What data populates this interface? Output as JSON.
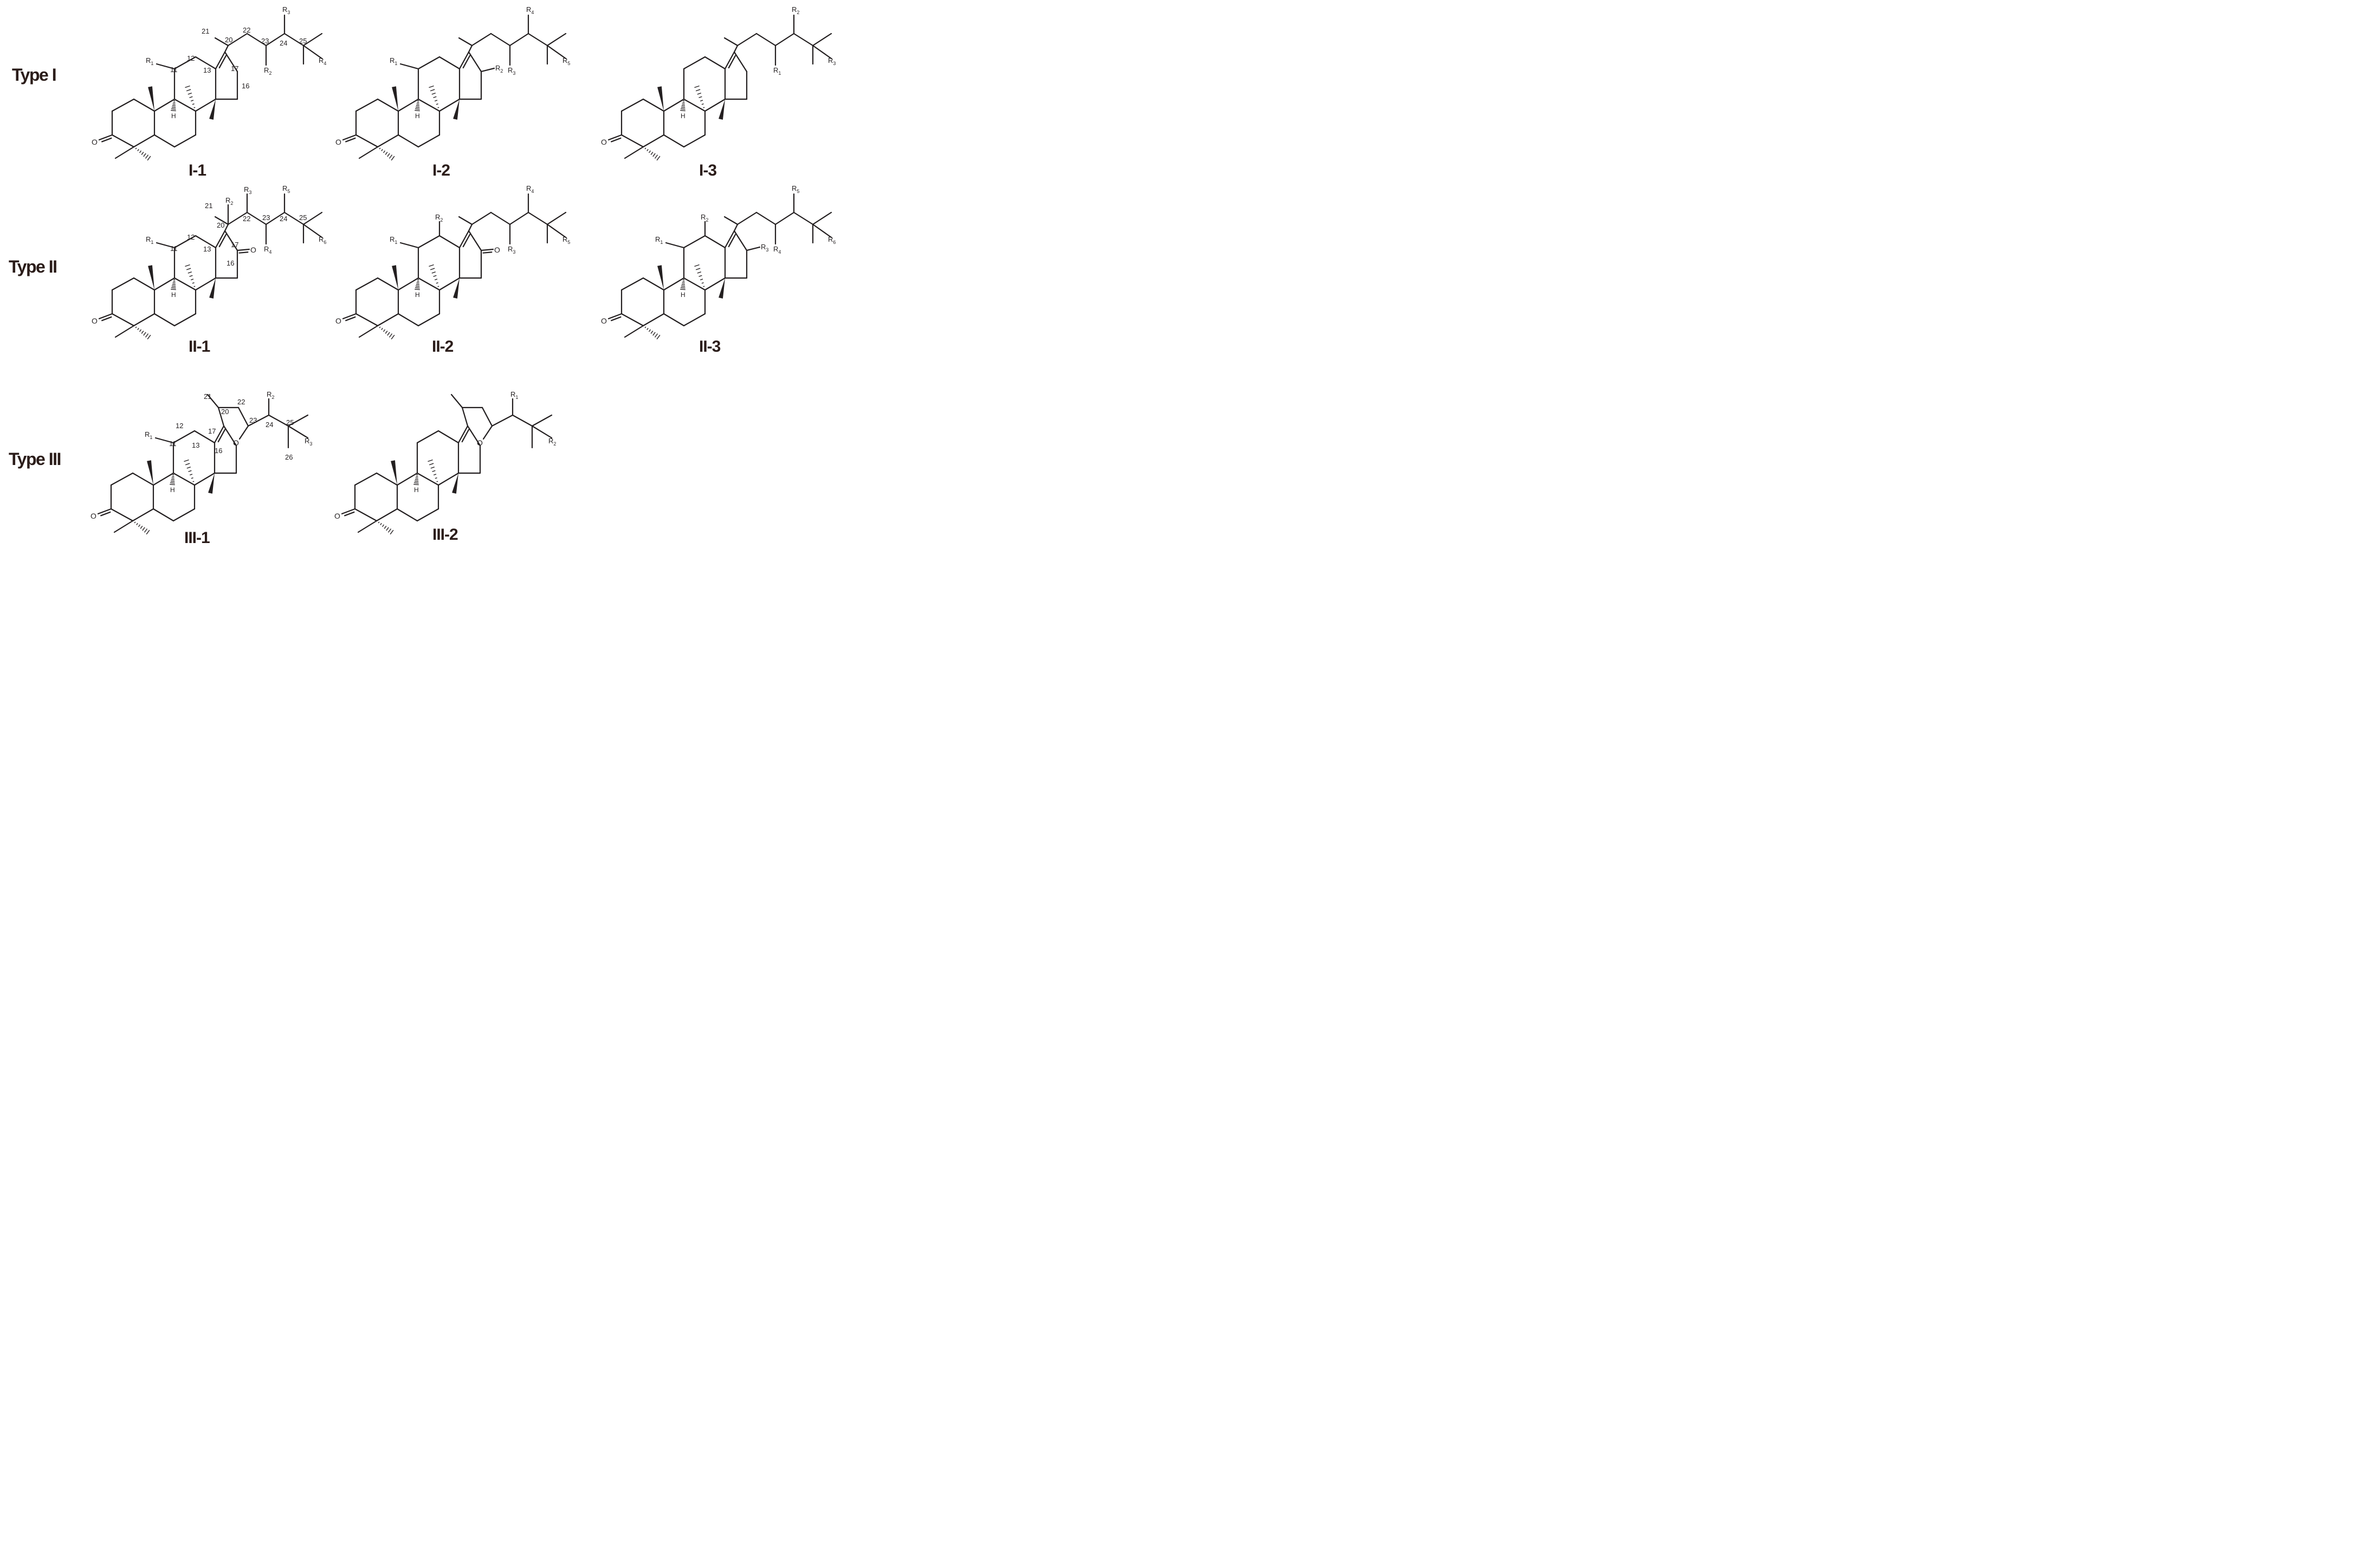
{
  "figure": {
    "row_labels": [
      {
        "id": "type-1",
        "text": "Type  I"
      },
      {
        "id": "type-2",
        "text": "Type II"
      },
      {
        "id": "type-3",
        "text": "Type III"
      }
    ],
    "compounds": [
      {
        "id": "I-1",
        "label": "I-1",
        "type": "Type I",
        "substituents": [
          "R1",
          "R2",
          "R3",
          "R4"
        ],
        "atom_numbers": [
          "11",
          "12",
          "13",
          "16",
          "17",
          "20",
          "21",
          "22",
          "23",
          "24",
          "25"
        ]
      },
      {
        "id": "I-2",
        "label": "I-2",
        "type": "Type I",
        "substituents": [
          "R1",
          "R2",
          "R3",
          "R4",
          "R5"
        ],
        "atom_numbers": []
      },
      {
        "id": "I-3",
        "label": "I-3",
        "type": "Type I",
        "substituents": [
          "R1",
          "R2",
          "R3"
        ],
        "atom_numbers": []
      },
      {
        "id": "II-1",
        "label": "II-1",
        "type": "Type II",
        "substituents": [
          "R1",
          "R2",
          "R3",
          "R4",
          "R5",
          "R6"
        ],
        "atom_numbers": [
          "11",
          "12",
          "13",
          "16",
          "17",
          "20",
          "21",
          "22",
          "23",
          "24",
          "25"
        ]
      },
      {
        "id": "II-2",
        "label": "II-2",
        "type": "Type II",
        "substituents": [
          "R1",
          "R2",
          "R3",
          "R4",
          "R5"
        ],
        "atom_numbers": []
      },
      {
        "id": "II-3",
        "label": "II-3",
        "type": "Type II",
        "substituents": [
          "R1",
          "R2",
          "R3",
          "R4",
          "R5",
          "R6"
        ],
        "atom_numbers": []
      },
      {
        "id": "III-1",
        "label": "III-1",
        "type": "Type III",
        "substituents": [
          "R1",
          "R2",
          "R3"
        ],
        "atom_numbers": [
          "11",
          "12",
          "13",
          "16",
          "17",
          "20",
          "21",
          "22",
          "23",
          "24",
          "25",
          "26"
        ]
      },
      {
        "id": "III-2",
        "label": "III-2",
        "type": "Type III",
        "substituents": [
          "R1",
          "R2"
        ],
        "atom_numbers": []
      }
    ],
    "atom_symbols": {
      "oxygen": "O",
      "hydrogen": "H"
    },
    "colors": {
      "ink": "#231f20",
      "label": "#2b1d1a"
    }
  }
}
